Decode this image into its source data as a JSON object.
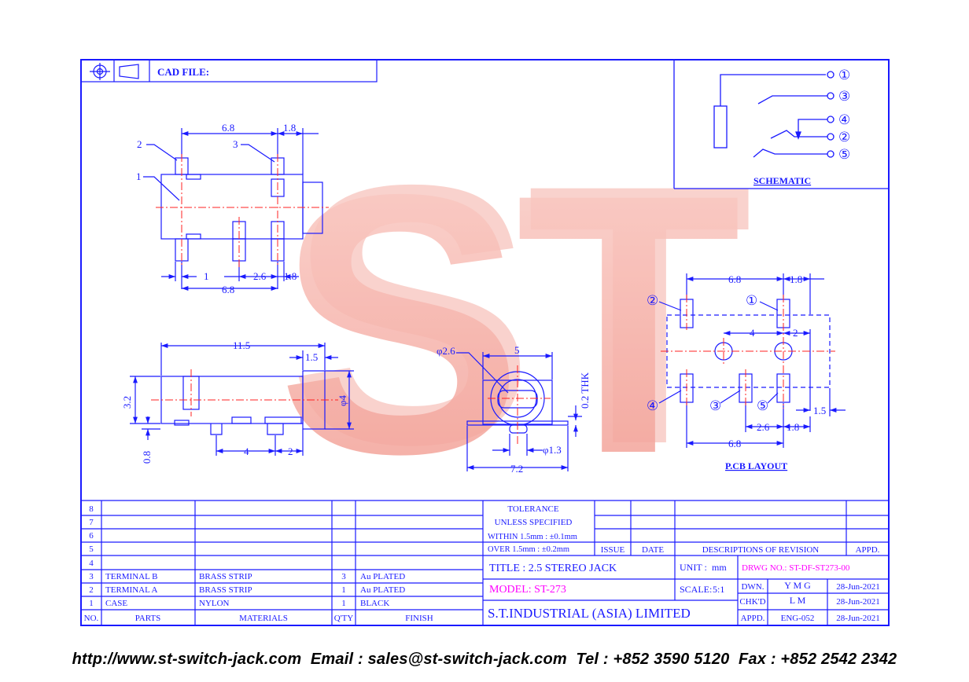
{
  "header": {
    "cad_file_label": "CAD FILE:"
  },
  "watermark": {
    "text": "ST"
  },
  "schematic": {
    "pins": [
      "①",
      "③",
      "④",
      "②",
      "⑤"
    ],
    "label": "SCHEMATIC"
  },
  "top_view": {
    "dims": {
      "top_span": "6.8",
      "top_right": "1.8",
      "bottom_left": "1",
      "bottom_mid": "2.6",
      "bottom_right": "1.8",
      "bottom_span": "6.8"
    },
    "callouts": {
      "c1": "1",
      "c2": "2",
      "c3": "3"
    }
  },
  "side_view": {
    "dims": {
      "length": "11.5",
      "collar": "1.5",
      "height": "3.2",
      "dia": "φ4",
      "base": "0.8",
      "pitch1": "4",
      "pitch2": "2"
    }
  },
  "front_view": {
    "dims": {
      "hole": "φ2.6",
      "width": "5",
      "thk": "0.2 THK",
      "pin": "φ1.3",
      "base": "7.2"
    }
  },
  "pcb_layout": {
    "dims": {
      "top_span": "6.8",
      "top_right": "1.8",
      "mid": "4",
      "mid_right": "2",
      "right": "1.5",
      "bottom_mid": "2.6",
      "bottom_right": "1.8",
      "bottom_span": "6.8"
    },
    "pins": {
      "p1": "①",
      "p2": "②",
      "p3": "③",
      "p4": "④",
      "p5": "⑤"
    },
    "label": "P.CB LAYOUT"
  },
  "bom": {
    "rows": [
      {
        "no": "8",
        "part": "",
        "material": "",
        "qty": "",
        "finish": ""
      },
      {
        "no": "7",
        "part": "",
        "material": "",
        "qty": "",
        "finish": ""
      },
      {
        "no": "6",
        "part": "",
        "material": "",
        "qty": "",
        "finish": ""
      },
      {
        "no": "5",
        "part": "",
        "material": "",
        "qty": "",
        "finish": ""
      },
      {
        "no": "4",
        "part": "",
        "material": "",
        "qty": "",
        "finish": ""
      },
      {
        "no": "3",
        "part": "TERMINAL B",
        "material": "BRASS STRIP",
        "qty": "3",
        "finish": "Au PLATED"
      },
      {
        "no": "2",
        "part": "TERMINAL A",
        "material": "BRASS STRIP",
        "qty": "1",
        "finish": "Au PLATED"
      },
      {
        "no": "1",
        "part": "CASE",
        "material": "NYLON",
        "qty": "1",
        "finish": "BLACK"
      }
    ],
    "headers": {
      "no": "NO.",
      "parts": "PARTS",
      "materials": "MATERIALS",
      "qty": "Q'TY",
      "finish": "FINISH"
    }
  },
  "tolerance": {
    "line1": "TOLERANCE",
    "line2": "UNLESS   SPECIFIED",
    "line3": "WITHIN  1.5mm : ±0.1mm",
    "line4": "OVER    1.5mm : ±0.2mm"
  },
  "revision": {
    "issue": "ISSUE",
    "date": "DATE",
    "desc": "DESCRIPTIONS  OF  REVISION",
    "appd": "APPD."
  },
  "title_block": {
    "title": "TITLE : 2.5 STEREO JACK",
    "unit_label": "UNIT :",
    "unit": "mm",
    "drwg": "DRWG NO.: ST-DF-ST273-00",
    "model": "MODEL: ST-273",
    "scale_label": "SCALE:",
    "scale": "5:1",
    "company": "S.T.INDUSTRIAL  (ASIA)  LIMITED",
    "dwn_label": "DWN.",
    "dwn": "Y M G",
    "dwn_date": "28-Jun-2021",
    "chk_label": "CHK'D",
    "chk": "L M",
    "chk_date": "28-Jun-2021",
    "appd_label": "APPD.",
    "appd": "ENG-052",
    "appd_date": "28-Jun-2021"
  },
  "footer": {
    "text": "http://www.st-switch-jack.com  Email : sales@st-switch-jack.com  Tel : +852 3590 5120  Fax : +852 2542 2342"
  },
  "colors": {
    "line": "#1a1aff",
    "center": "#ff2020",
    "accent": "#ff00ff",
    "watermark": "#f3a9a0"
  }
}
